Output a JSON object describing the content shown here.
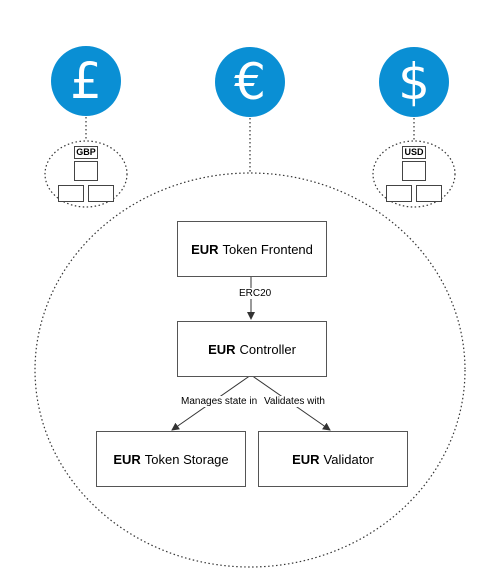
{
  "colors": {
    "coin": "#0a8fd4",
    "line": "#333333"
  },
  "coins": [
    {
      "id": "gbp",
      "symbol": "£",
      "icon": "pound-coin-icon"
    },
    {
      "id": "eur",
      "symbol": "€",
      "icon": "euro-coin-icon"
    },
    {
      "id": "usd",
      "symbol": "$",
      "icon": "dollar-coin-icon"
    }
  ],
  "mini_clusters": {
    "gbp": {
      "label": "GBP"
    },
    "usd": {
      "label": "USD"
    }
  },
  "nodes": {
    "frontend": {
      "bold": "EUR",
      "text": "Token Frontend"
    },
    "controller": {
      "bold": "EUR",
      "text": "Controller"
    },
    "storage": {
      "bold": "EUR",
      "text": "Token Storage"
    },
    "validator": {
      "bold": "EUR",
      "text": "Validator"
    }
  },
  "edges": {
    "erc20": "ERC20",
    "manages": "Manages state in",
    "validates": "Validates with"
  }
}
